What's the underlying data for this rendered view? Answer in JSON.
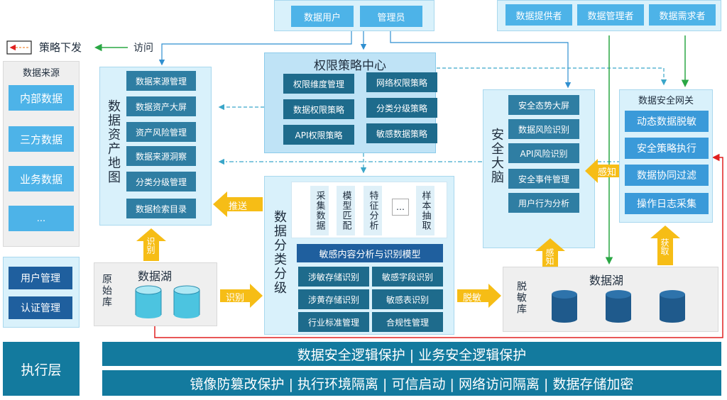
{
  "legend": {
    "strategy_label": "策略下发",
    "access_label": "访问"
  },
  "top_users": [
    "数据用户",
    "管理员"
  ],
  "top_roles": [
    "数据提供者",
    "数据管理者",
    "数据需求者"
  ],
  "data_sources": {
    "title": "数据来源",
    "items": [
      "内部数据",
      "三方数据",
      "业务数据",
      "..."
    ]
  },
  "mgmt": [
    "用户管理",
    "认证管理"
  ],
  "asset_map": {
    "title": "数据资产地图",
    "items": [
      "数据来源管理",
      "数据资产大屏",
      "资产风险管理",
      "数据来源洞察",
      "分类分级管理",
      "数据检索目录"
    ]
  },
  "policy_center": {
    "title": "权限策略中心",
    "items": [
      "权限维度管理",
      "网络权限策略",
      "数据权限策略",
      "分类分级策略",
      "API权限策略",
      "敏感数据策略"
    ]
  },
  "classify": {
    "title": "数据分类分级",
    "top": [
      "采集数据",
      "模型匹配",
      "特征分析",
      "…",
      "样本抽取"
    ],
    "model": "敏感内容分析与识别模型",
    "items": [
      "涉敏存储识别",
      "敏感字段识别",
      "涉黄存储识别",
      "敏感表识别",
      "行业标准管理",
      "合规性管理"
    ]
  },
  "security_brain": {
    "title": "安全大脑",
    "items": [
      "安全态势大屏",
      "数据风险识别",
      "API风险识别",
      "安全事件管理",
      "用户行为分析"
    ]
  },
  "gateway": {
    "title": "数据安全网关",
    "items": [
      "动态数据脱敏",
      "安全策略执行",
      "数据协同过滤",
      "操作日志采集"
    ]
  },
  "raw_lake": {
    "side": "原始库",
    "title": "数据湖"
  },
  "masked_lake": {
    "side": "脱敏库",
    "title": "数据湖"
  },
  "arrows": {
    "push": "推送",
    "identify": "识别",
    "identify2": "识别",
    "desensitize": "脱敏",
    "sense": "感知",
    "sense2": "感知",
    "fetch": "获取"
  },
  "exec": {
    "label": "执行层",
    "row1": "数据安全逻辑保护 | 业务安全逻辑保护",
    "row2": "镜像防篡改保护 | 执行环境隔离 |  可信启动 | 网络访问隔离 | 数据存储加密"
  },
  "colors": {
    "panel": "#d9f1fb",
    "arrow_yellow": "#f6bd16",
    "exec_bar": "#137a9e",
    "red_line": "#e02020",
    "green_line": "#2aa744"
  }
}
